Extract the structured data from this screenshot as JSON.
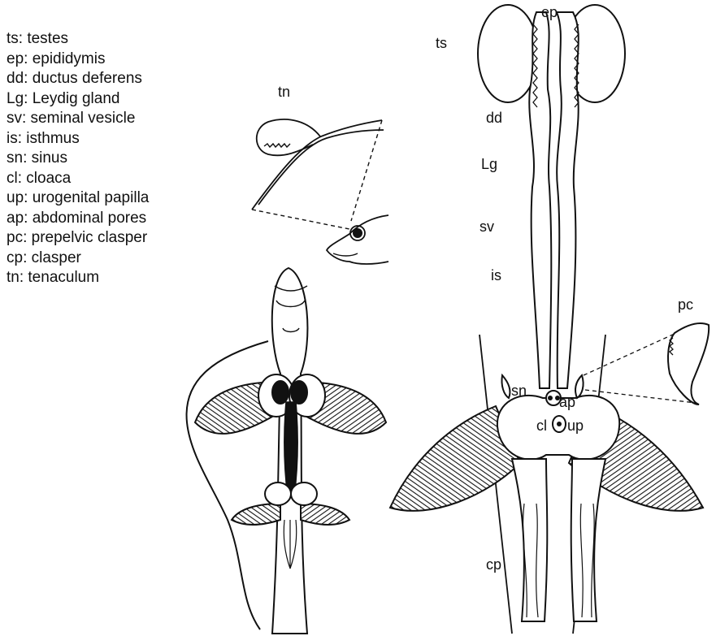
{
  "legend": [
    "ts: testes",
    "ep: epididymis",
    "dd: ductus deferens",
    "Lg: Leydig gland",
    "sv: seminal vesicle",
    "is: isthmus",
    "sn: sinus",
    "cl: cloaca",
    "up: urogenital papilla",
    "ap: abdominal pores",
    "pc: prepelvic clasper",
    "cp: clasper",
    "tn: tenaculum"
  ],
  "labels": {
    "tn": "tn",
    "ep": "ep",
    "ts": "ts",
    "dd": "dd",
    "lg": "Lg",
    "sv": "sv",
    "is": "is",
    "sn": "sn",
    "ap": "ap",
    "cl": "cl",
    "up": "up",
    "cp": "cp",
    "pc": "pc"
  }
}
